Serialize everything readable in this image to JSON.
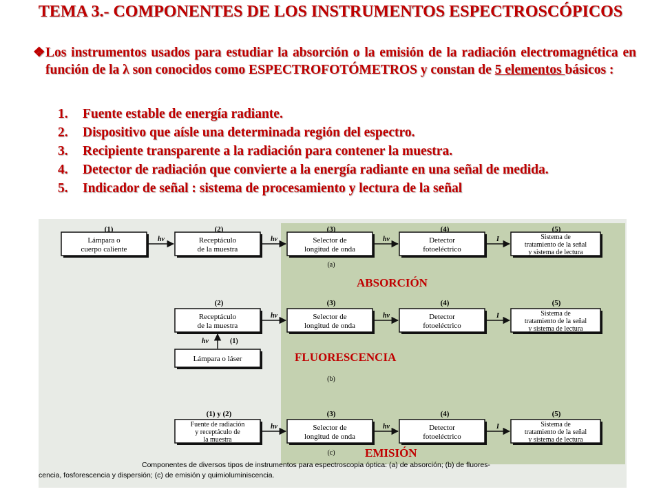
{
  "title": "TEMA 3.- COMPONENTES DE LOS INSTRUMENTOS ESPECTROSCÓPICOS",
  "intro": {
    "bullet": "❖",
    "text_before": "Los instrumentos usados para estudiar la absorción o la emisión de la radiación electromagnética en función de la λ son conocidos como ESPECTROFOTÓMETROS  y constan de ",
    "underlined": "5 elementos ",
    "text_after": "básicos :"
  },
  "steps": [
    {
      "num": "1.",
      "text": "Fuente estable de energía radiante."
    },
    {
      "num": "2.",
      "text": "Dispositivo que aísle una determinada región del espectro."
    },
    {
      "num": "3.",
      "text": "Recipiente transparente a la radiación  para contener la muestra."
    },
    {
      "num": "4.",
      "text": "Detector de radiación que convierte a la energía radiante en una señal de medida."
    },
    {
      "num": "5.",
      "text": "Indicador de señal : sistema de procesamiento y lectura de la señal"
    }
  ],
  "colors": {
    "accent": "#c00000",
    "panel": "#c4d1b0",
    "figure_bg": "#e8ebe6"
  },
  "figure": {
    "nums": {
      "n1": "(1)",
      "n2": "(2)",
      "n3": "(3)",
      "n4": "(4)",
      "n5": "(5)",
      "n1y2": "(1)     y    (2)"
    },
    "hv": "hv",
    "I": "I",
    "boxes": {
      "lamp": [
        "Lámpara o",
        "cuerpo caliente"
      ],
      "sample": [
        "Receptáculo",
        "de la muestra"
      ],
      "selector": [
        "Selector de",
        "longitud de onda"
      ],
      "detector": [
        "Detector",
        "fotoeléctrico"
      ],
      "system": [
        "Sistema de",
        "tratamiento de la señal",
        "y sistema de lectura"
      ],
      "lamp_laser": [
        "Lámpara o láser"
      ],
      "source_sample": [
        "Fuente de radiación",
        "y receptáculo de",
        "la muestra"
      ]
    },
    "sublabels": {
      "a": "(a)",
      "b": "(b)",
      "c": "(c)"
    },
    "mode_labels": {
      "absorption": "ABSORCIÓN",
      "fluorescence": "FLUORESCENCIA",
      "emission": "EMISIÓN"
    },
    "caption": [
      "Componentes de diversos tipos de instrumentos para espectroscopia óptica: (a) de absorción; (b) de fluores-",
      "cencia, fosforescencia y dispersión; (c) de emisión y quimioluminiscencia."
    ]
  }
}
